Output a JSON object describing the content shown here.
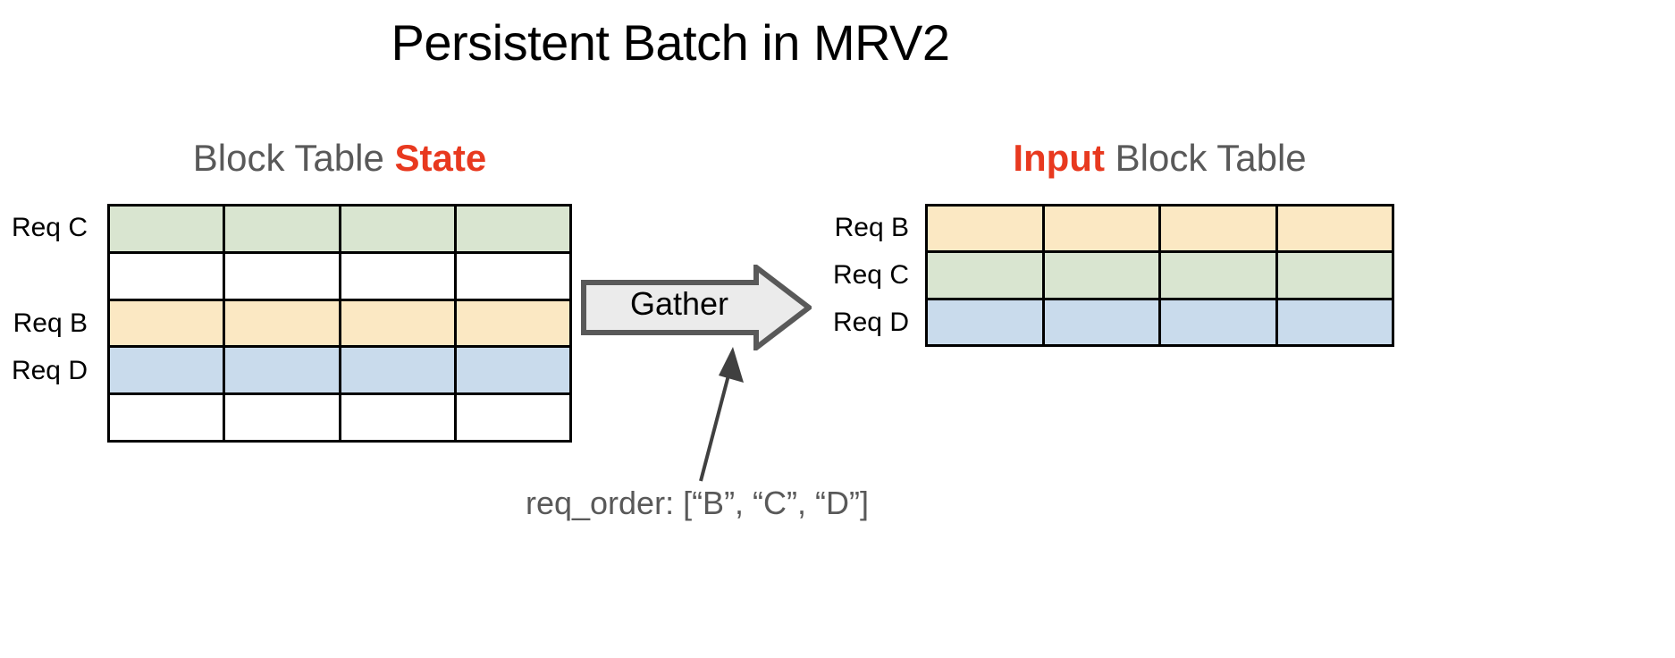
{
  "slide": {
    "title": "Persistent Batch in MRV2",
    "background_color": "#FFFFFF"
  },
  "palette": {
    "green": "#D9E5D0",
    "yellow": "#FBE8C3",
    "blue": "#C9DBEC",
    "white": "#FFFFFF",
    "accent_red": "#E8391F",
    "heading_gray": "#595959",
    "border_black": "#000000",
    "arrow_fill": "#EBEBEB",
    "arrow_stroke": "#595959"
  },
  "left_panel": {
    "heading_prefix": "Block Table ",
    "heading_accent": "State",
    "table": {
      "columns": 4,
      "rows": [
        {
          "label": "Req C",
          "color": "#D9E5D0",
          "has_label": true
        },
        {
          "label": "",
          "color": "#FFFFFF",
          "has_label": false
        },
        {
          "label": "Req B",
          "color": "#FBE8C3",
          "has_label": true
        },
        {
          "label": "Req D",
          "color": "#C9DBEC",
          "has_label": true
        },
        {
          "label": "",
          "color": "#FFFFFF",
          "has_label": false
        }
      ]
    }
  },
  "right_panel": {
    "heading_accent": "Input",
    "heading_suffix": " Block Table",
    "table": {
      "columns": 4,
      "rows": [
        {
          "label": "Req B",
          "color": "#FBE8C3",
          "has_label": true
        },
        {
          "label": "Req C",
          "color": "#D9E5D0",
          "has_label": true
        },
        {
          "label": "Req D",
          "color": "#C9DBEC",
          "has_label": true
        }
      ]
    }
  },
  "operation": {
    "arrow_label": "Gather",
    "caption": "req_order: [“B”, “C”, “D”]"
  }
}
